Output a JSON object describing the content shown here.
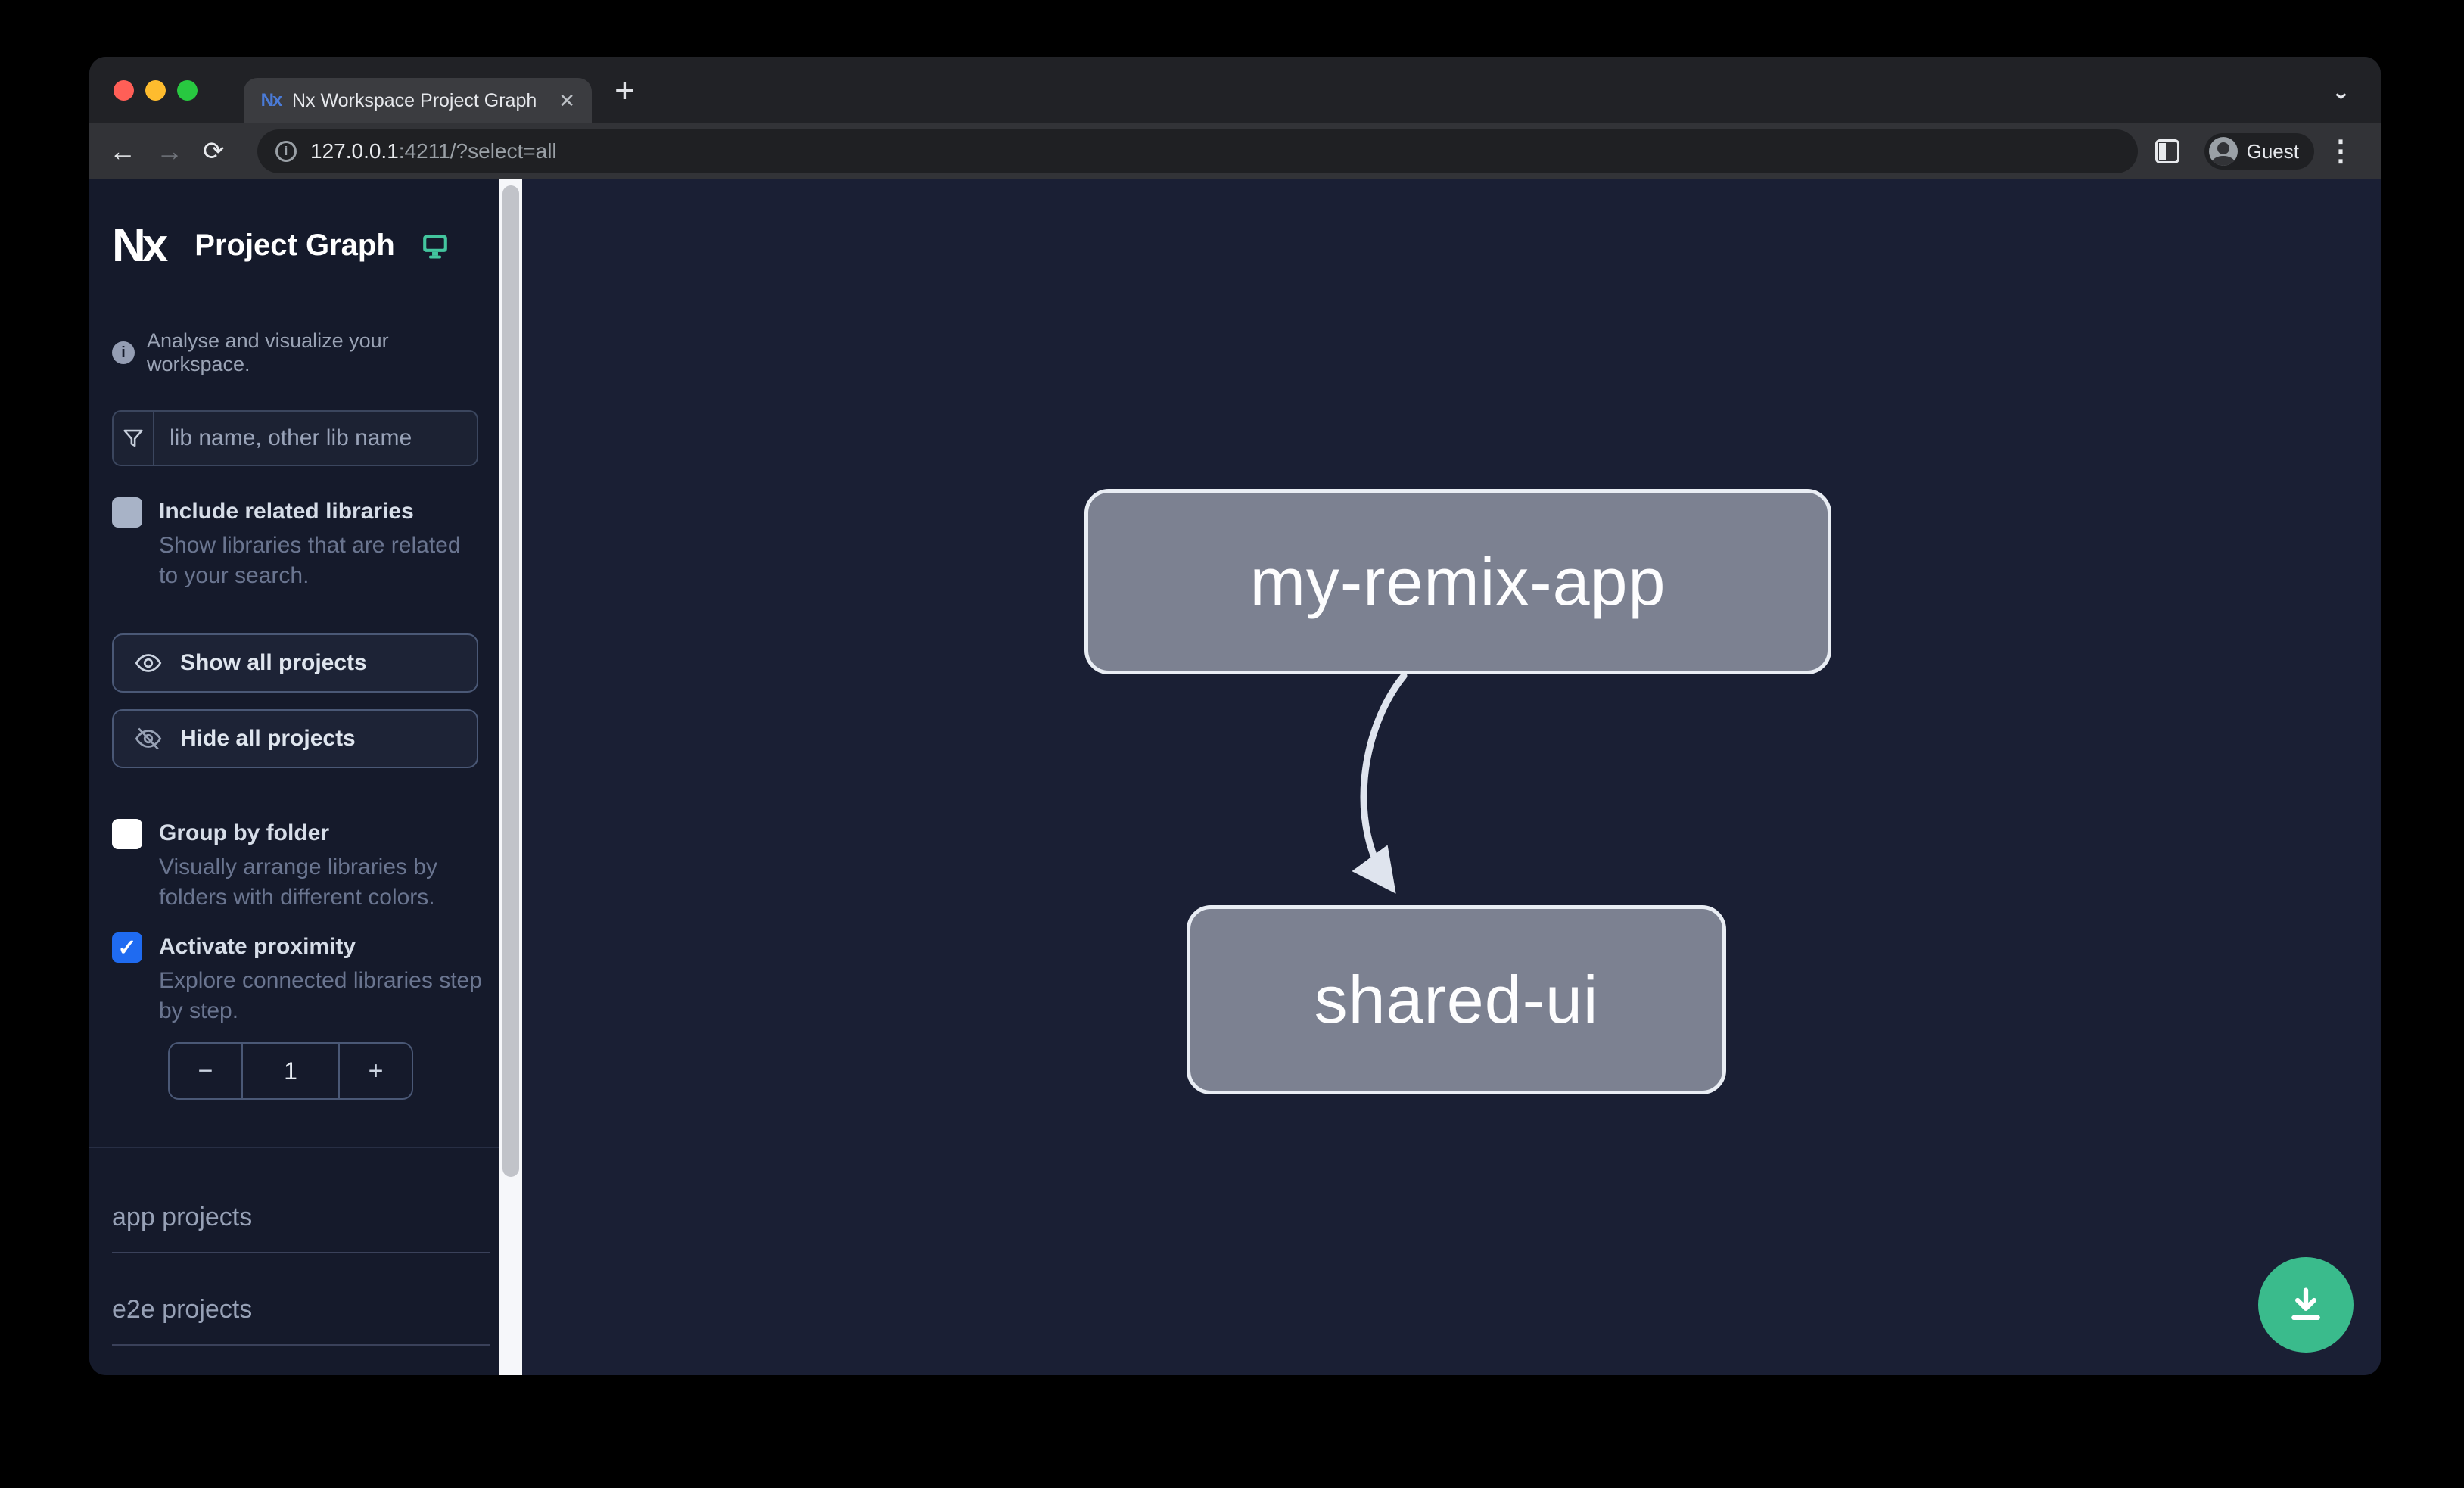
{
  "browser": {
    "tab_title": "Nx Workspace Project Graph",
    "favicon_text": "Nx",
    "url": {
      "host": "127.0.0.1",
      "rest": ":4211/?select=all"
    },
    "guest_label": "Guest"
  },
  "icons": {
    "close": "✕",
    "new_tab": "+",
    "chevron_down": "⌄",
    "back": "←",
    "forward": "→",
    "reload": "⟳",
    "more": "⋮",
    "info": "i",
    "minus": "−",
    "plus": "+",
    "check": "✓"
  },
  "sidebar": {
    "logo_text": "Nx",
    "title": "Project Graph",
    "tagline": "Analyse and visualize your workspace.",
    "search_placeholder": "lib name, other lib name",
    "include_related": {
      "label": "Include related libraries",
      "description": "Show libraries that are related to your search.",
      "checked": false
    },
    "show_all_label": "Show all projects",
    "hide_all_label": "Hide all projects",
    "group_by_folder": {
      "label": "Group by folder",
      "description": "Visually arrange libraries by folders with different colors.",
      "checked": false
    },
    "proximity": {
      "label": "Activate proximity",
      "description": "Explore connected libraries step by step.",
      "checked": true,
      "value": "1"
    },
    "sections": [
      {
        "label": "app projects"
      },
      {
        "label": "e2e projects"
      }
    ]
  },
  "graph": {
    "nodes": [
      {
        "label": "my-remix-app"
      },
      {
        "label": "shared-ui"
      }
    ],
    "edges": [
      {
        "source": "my-remix-app",
        "target": "shared-ui"
      }
    ]
  },
  "colors": {
    "accent_teal": "#3abb8c",
    "checkbox_blue": "#1f6bf1",
    "node_fill": "#7c8191",
    "node_border": "#e9edf4",
    "edge_stroke": "#dfe4ee",
    "sidebar_bg": "#151a2b",
    "canvas_bg": "#1a1f34",
    "traffic_red": "#ff5f57",
    "traffic_yellow": "#febc2e",
    "traffic_green": "#28c840"
  }
}
